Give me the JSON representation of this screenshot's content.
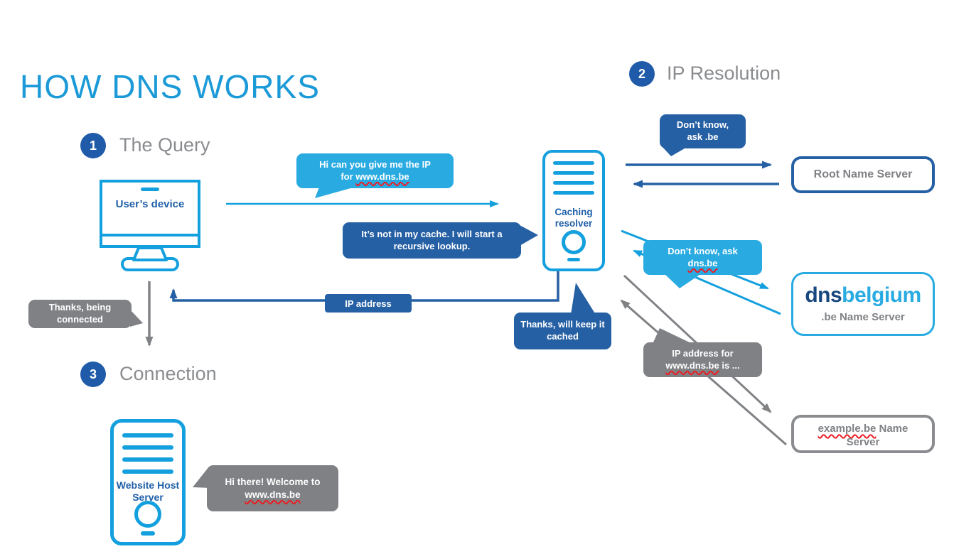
{
  "title": "HOW DNS WORKS",
  "steps": [
    {
      "num": "1",
      "label": "The Query"
    },
    {
      "num": "2",
      "label": "IP Resolution"
    },
    {
      "num": "3",
      "label": "Connection"
    }
  ],
  "nodes": {
    "user_device": {
      "label": "User’s device"
    },
    "caching_resolver": {
      "label": "Caching resolver"
    },
    "website_host": {
      "label": "Website Host Server"
    },
    "root_ns": {
      "label": "Root Name Server"
    },
    "be_ns": {
      "logo_dns": "dns",
      "logo_belgium": "belgium",
      "label": ".be Name Server"
    },
    "example_ns": {
      "domain": "example.be",
      "rest": " Name Server"
    }
  },
  "bubbles": {
    "query": {
      "line1": "Hi can you give me the IP",
      "line2_prefix": "for ",
      "domain": "www.dns.be"
    },
    "not_in_cache": {
      "text": "It’s not in my cache. I will start a recursive lookup."
    },
    "ask_root": {
      "line1": "Don’t know,",
      "line2": "ask .be"
    },
    "ask_be": {
      "line1": "Don’t know, ask",
      "domain": "dns.be"
    },
    "ip_for": {
      "line1": "IP address for",
      "domain": "www.dns.be",
      "suffix": " is ..."
    },
    "thanks_cached": {
      "text": "Thanks, will keep it cached"
    },
    "ip_address": {
      "text": "IP address"
    },
    "thanks_connected": {
      "text": "Thanks, being connected"
    },
    "welcome": {
      "line1": "Hi there! Welcome to",
      "domain": "www.dns.be"
    }
  },
  "colors": {
    "light_blue": "#14A0DE",
    "bubble_light_blue": "#29ABE2",
    "dark_blue": "#2660A4",
    "step_circle_blue": "#1F5BA8",
    "gray_bubble": "#7F8184",
    "gray_text": "#808285",
    "title_blue": "#1B9AD7",
    "logo_navy": "#17477E",
    "squiggle_red": "#ED1C24"
  }
}
